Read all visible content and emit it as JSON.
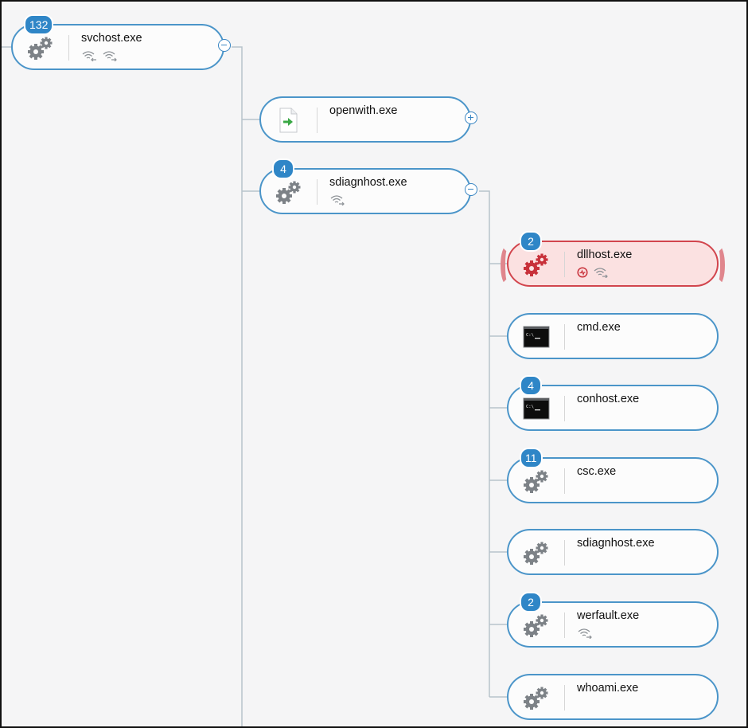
{
  "colors": {
    "node_border": "#4b95c9",
    "badge_bg": "#2f86c7",
    "alert_border": "#d2454d",
    "alert_bg": "#fbe1e1",
    "connector": "#b8c3cc",
    "gear_gray": "#7d8287",
    "gear_red": "#c8313a"
  },
  "nodes": {
    "svchost": {
      "name": "svchost.exe",
      "badge": "132",
      "icon": "gears-icon",
      "toggle": "collapse",
      "indicators": [
        "network-in-icon",
        "network-out-icon"
      ]
    },
    "openwith": {
      "name": "openwith.exe",
      "badge": null,
      "icon": "file-arrow-icon",
      "toggle": "expand",
      "indicators": []
    },
    "sdiagnhost": {
      "name": "sdiagnhost.exe",
      "badge": "4",
      "icon": "gears-icon",
      "toggle": "collapse",
      "indicators": [
        "network-out-icon"
      ]
    },
    "dllhost": {
      "name": "dllhost.exe",
      "badge": "2",
      "icon": "gears-red-icon",
      "alert": true,
      "indicators": [
        "threat-icon",
        "network-out-icon"
      ]
    },
    "cmd": {
      "name": "cmd.exe",
      "badge": null,
      "icon": "console-icon",
      "indicators": []
    },
    "conhost": {
      "name": "conhost.exe",
      "badge": "4",
      "icon": "console-icon",
      "indicators": []
    },
    "csc": {
      "name": "csc.exe",
      "badge": "11",
      "icon": "gears-icon",
      "indicators": []
    },
    "sdiagnhost2": {
      "name": "sdiagnhost.exe",
      "badge": null,
      "icon": "gears-icon",
      "indicators": []
    },
    "werfault": {
      "name": "werfault.exe",
      "badge": "2",
      "icon": "gears-icon",
      "indicators": [
        "network-out-icon"
      ]
    },
    "whoami": {
      "name": "whoami.exe",
      "badge": null,
      "icon": "gears-icon",
      "indicators": []
    }
  }
}
